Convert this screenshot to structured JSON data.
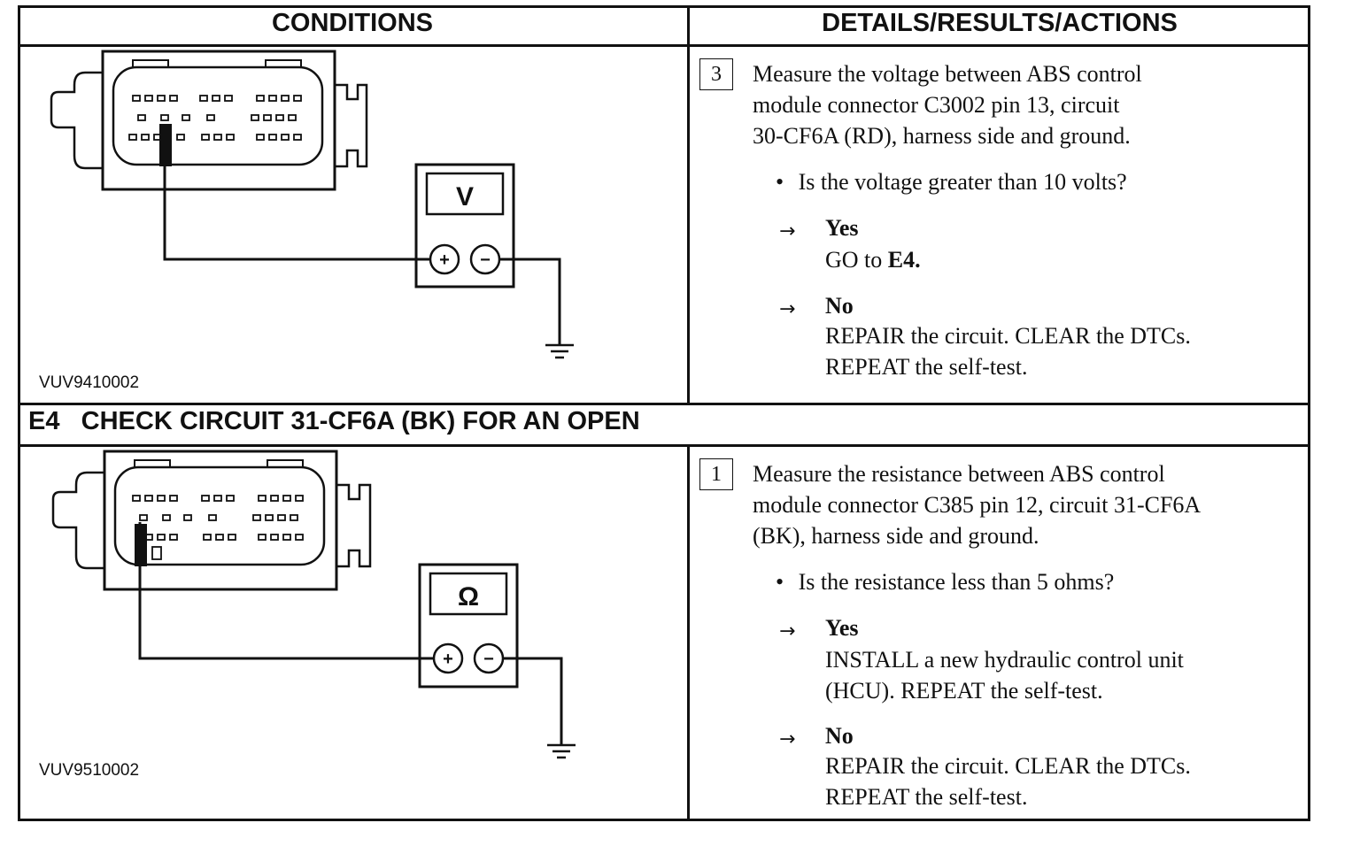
{
  "headers": {
    "conditions": "CONDITIONS",
    "details": "DETAILS/RESULTS/ACTIONS"
  },
  "step3": {
    "number": "3",
    "instruction": [
      "Measure the voltage between ABS control",
      "module connector C3002 pin 13, circuit",
      "30-CF6A (RD), harness side and ground."
    ],
    "question": "Is the voltage greater than 10 volts?",
    "yes_label": "Yes",
    "yes_action_prefix": "GO to ",
    "yes_action_target": "E4.",
    "no_label": "No",
    "no_action": [
      "REPAIR the circuit. CLEAR the DTCs.",
      "REPEAT the self-test."
    ],
    "figure_code": "VUV9410002",
    "meter_symbol": "V"
  },
  "section_e4": {
    "title": "E4   CHECK CIRCUIT 31-CF6A (BK) FOR AN OPEN"
  },
  "step1": {
    "number": "1",
    "instruction": [
      "Measure the resistance between ABS control",
      "module connector C385 pin 12, circuit 31-CF6A",
      "(BK), harness side and ground."
    ],
    "question": "Is the resistance less than 5 ohms?",
    "yes_label": "Yes",
    "yes_action": [
      "INSTALL a new hydraulic control unit",
      "(HCU). REPEAT the self-test."
    ],
    "no_label": "No",
    "no_action": [
      "REPAIR the circuit. CLEAR the DTCs.",
      "REPEAT the self-test."
    ],
    "figure_code": "VUV9510002",
    "meter_symbol": "Ω"
  },
  "symbols": {
    "bullet": "•",
    "arrow": "→",
    "plus": "+",
    "minus": "−"
  },
  "icons": [
    "connector-icon",
    "meter-icon",
    "ground-icon"
  ]
}
